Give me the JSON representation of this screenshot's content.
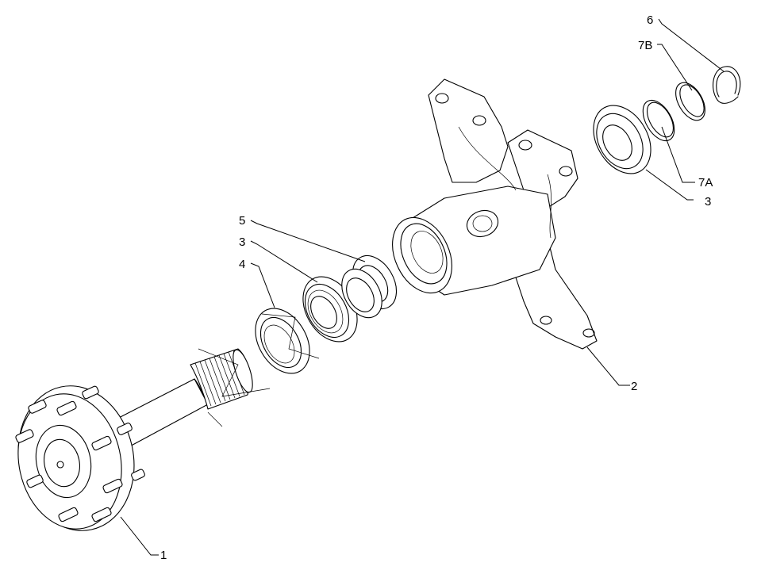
{
  "callouts": [
    {
      "id": "c1",
      "label": "1"
    },
    {
      "id": "c2",
      "label": "2"
    },
    {
      "id": "c3a",
      "label": "3"
    },
    {
      "id": "c3b",
      "label": "3"
    },
    {
      "id": "c4",
      "label": "4"
    },
    {
      "id": "c5",
      "label": "5"
    },
    {
      "id": "c6",
      "label": "6"
    },
    {
      "id": "c7A",
      "label": "7A"
    },
    {
      "id": "c7B",
      "label": "7B"
    }
  ]
}
